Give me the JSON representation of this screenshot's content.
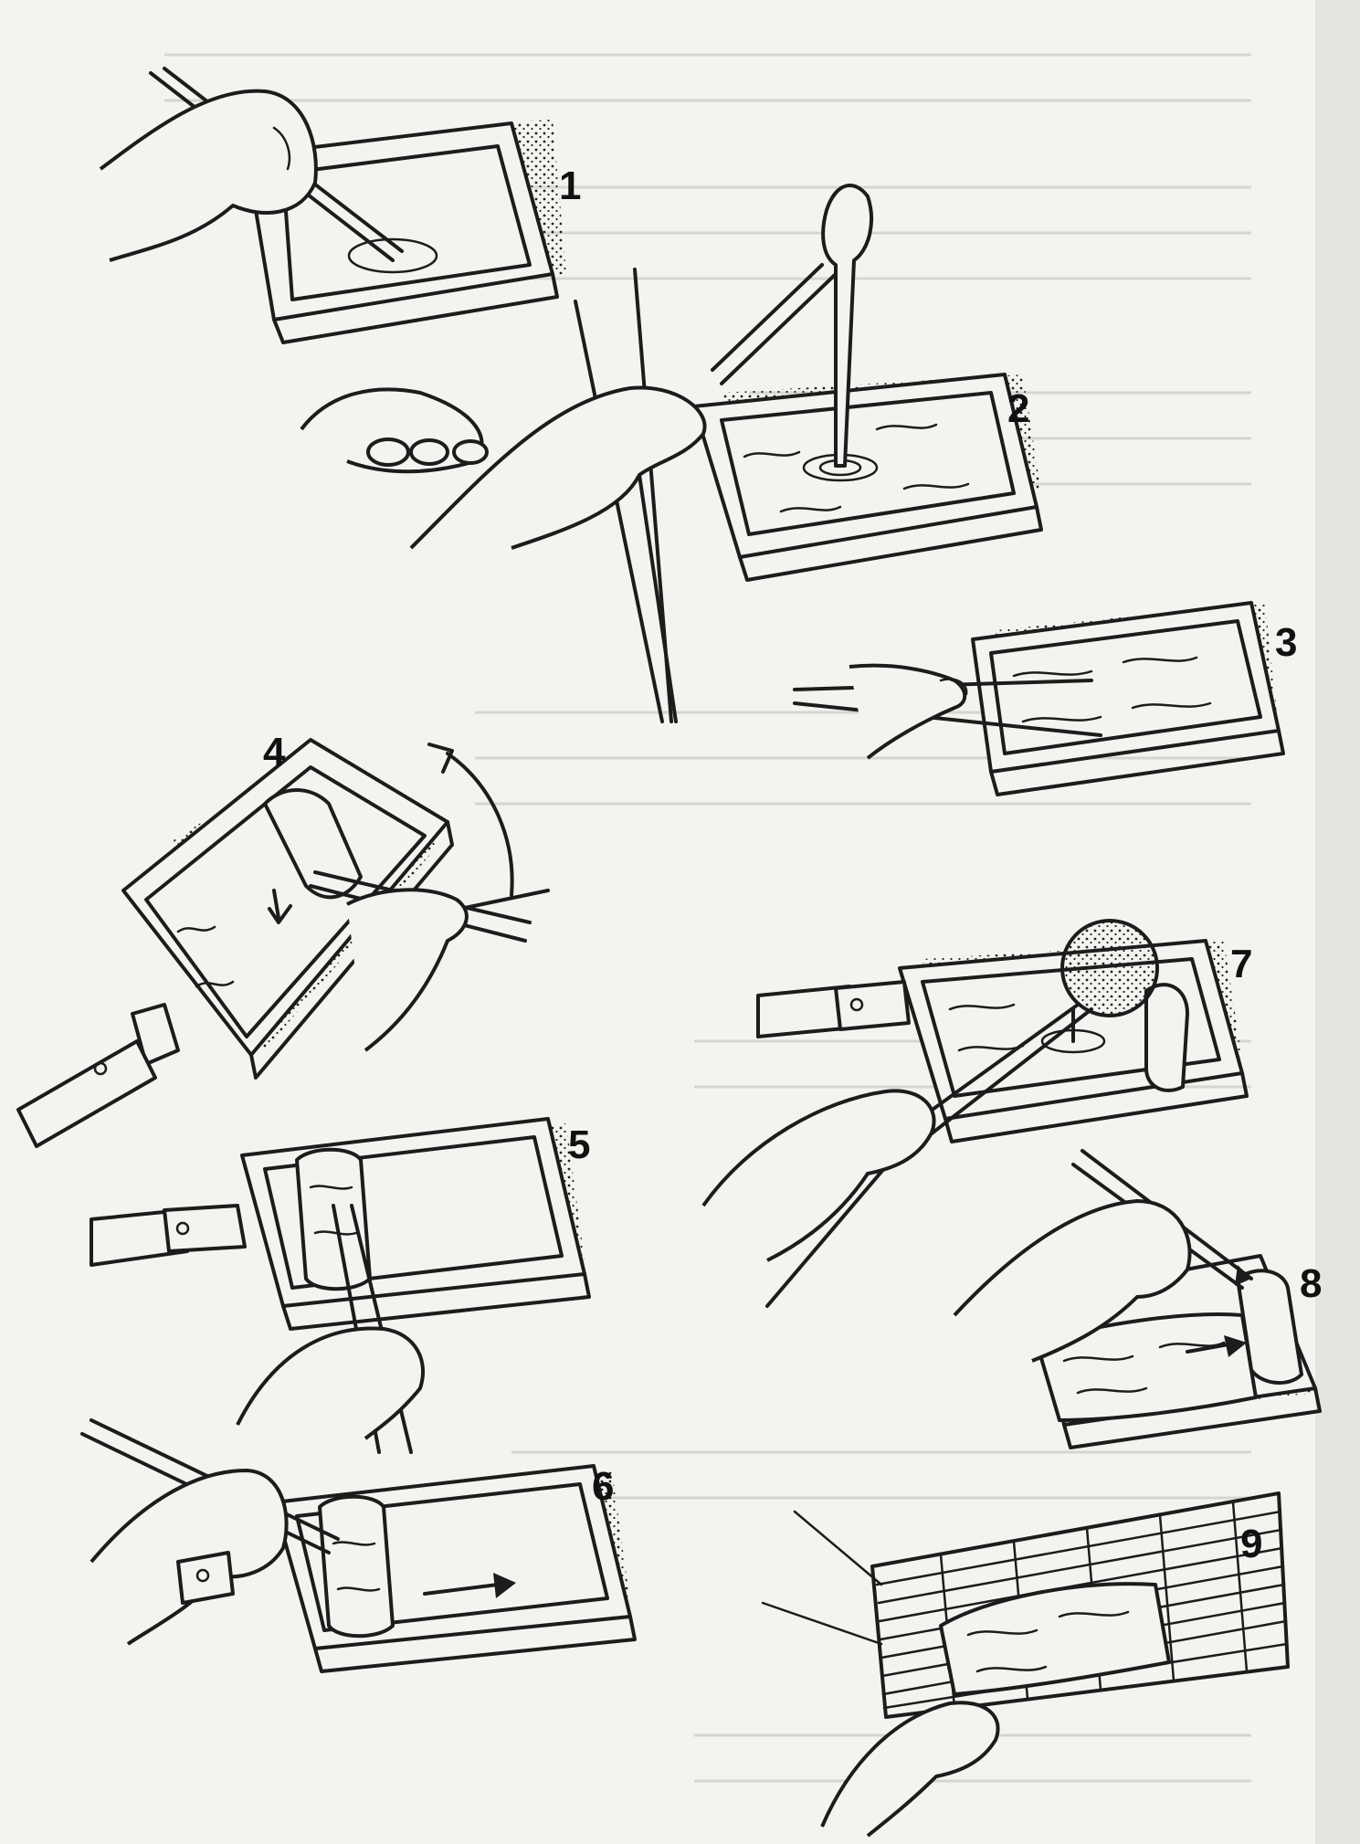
{
  "steps": [
    {
      "id": 1,
      "label": "1"
    },
    {
      "id": 2,
      "label": "2"
    },
    {
      "id": 3,
      "label": "3"
    },
    {
      "id": 4,
      "label": "4"
    },
    {
      "id": 5,
      "label": "5"
    },
    {
      "id": 6,
      "label": "6"
    },
    {
      "id": 7,
      "label": "7"
    },
    {
      "id": 8,
      "label": "8"
    },
    {
      "id": 9,
      "label": "9"
    }
  ]
}
